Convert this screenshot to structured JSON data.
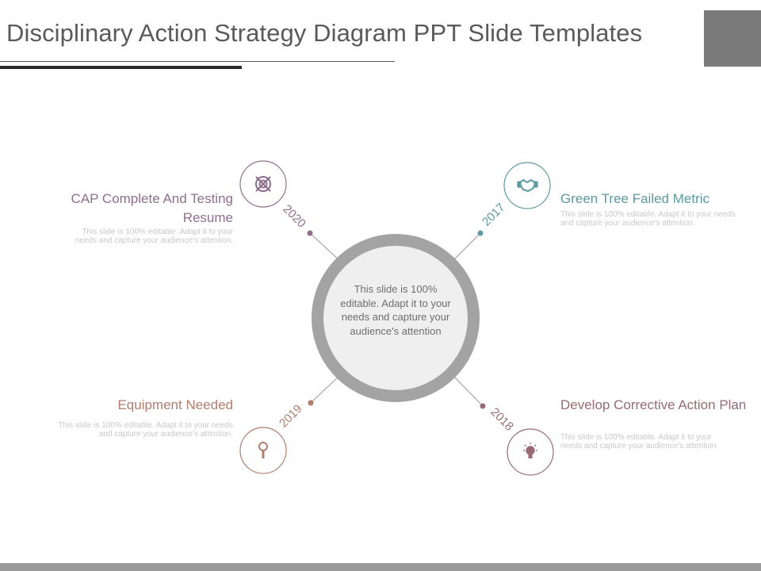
{
  "slide": {
    "title": "Disciplinary Action Strategy Diagram PPT Slide Templates",
    "center_text": "This slide is 100% editable. Adapt it to your needs and capture your audience's attention"
  },
  "colors": {
    "purple": "#8e6f8e",
    "teal": "#5b9aa0",
    "brown": "#b07d6e",
    "mauve": "#9a6b76",
    "ring": "#a0a0a0",
    "center_fill": "#eeeeee"
  },
  "items": [
    {
      "year": "2020",
      "title": "CAP Complete And Testing Resume",
      "desc": "This slide is 100% editable. Adapt it to your needs and capture your audience's attention.",
      "icon": "target-icon"
    },
    {
      "year": "2017",
      "title": "Green Tree Failed Metric",
      "desc": "This slide is 100% editable. Adapt it to your needs and capture your audience's attention.",
      "icon": "handshake-icon"
    },
    {
      "year": "2019",
      "title": "Equipment Needed",
      "desc": "This slide is 100% editable. Adapt it to your needs and capture your audience's attention.",
      "icon": "magnifier-icon"
    },
    {
      "year": "2018",
      "title": "Develop Corrective Action Plan",
      "desc": "This slide is 100% editable. Adapt it to your needs and capture your audience's attention.",
      "icon": "lightbulb-icon"
    }
  ]
}
